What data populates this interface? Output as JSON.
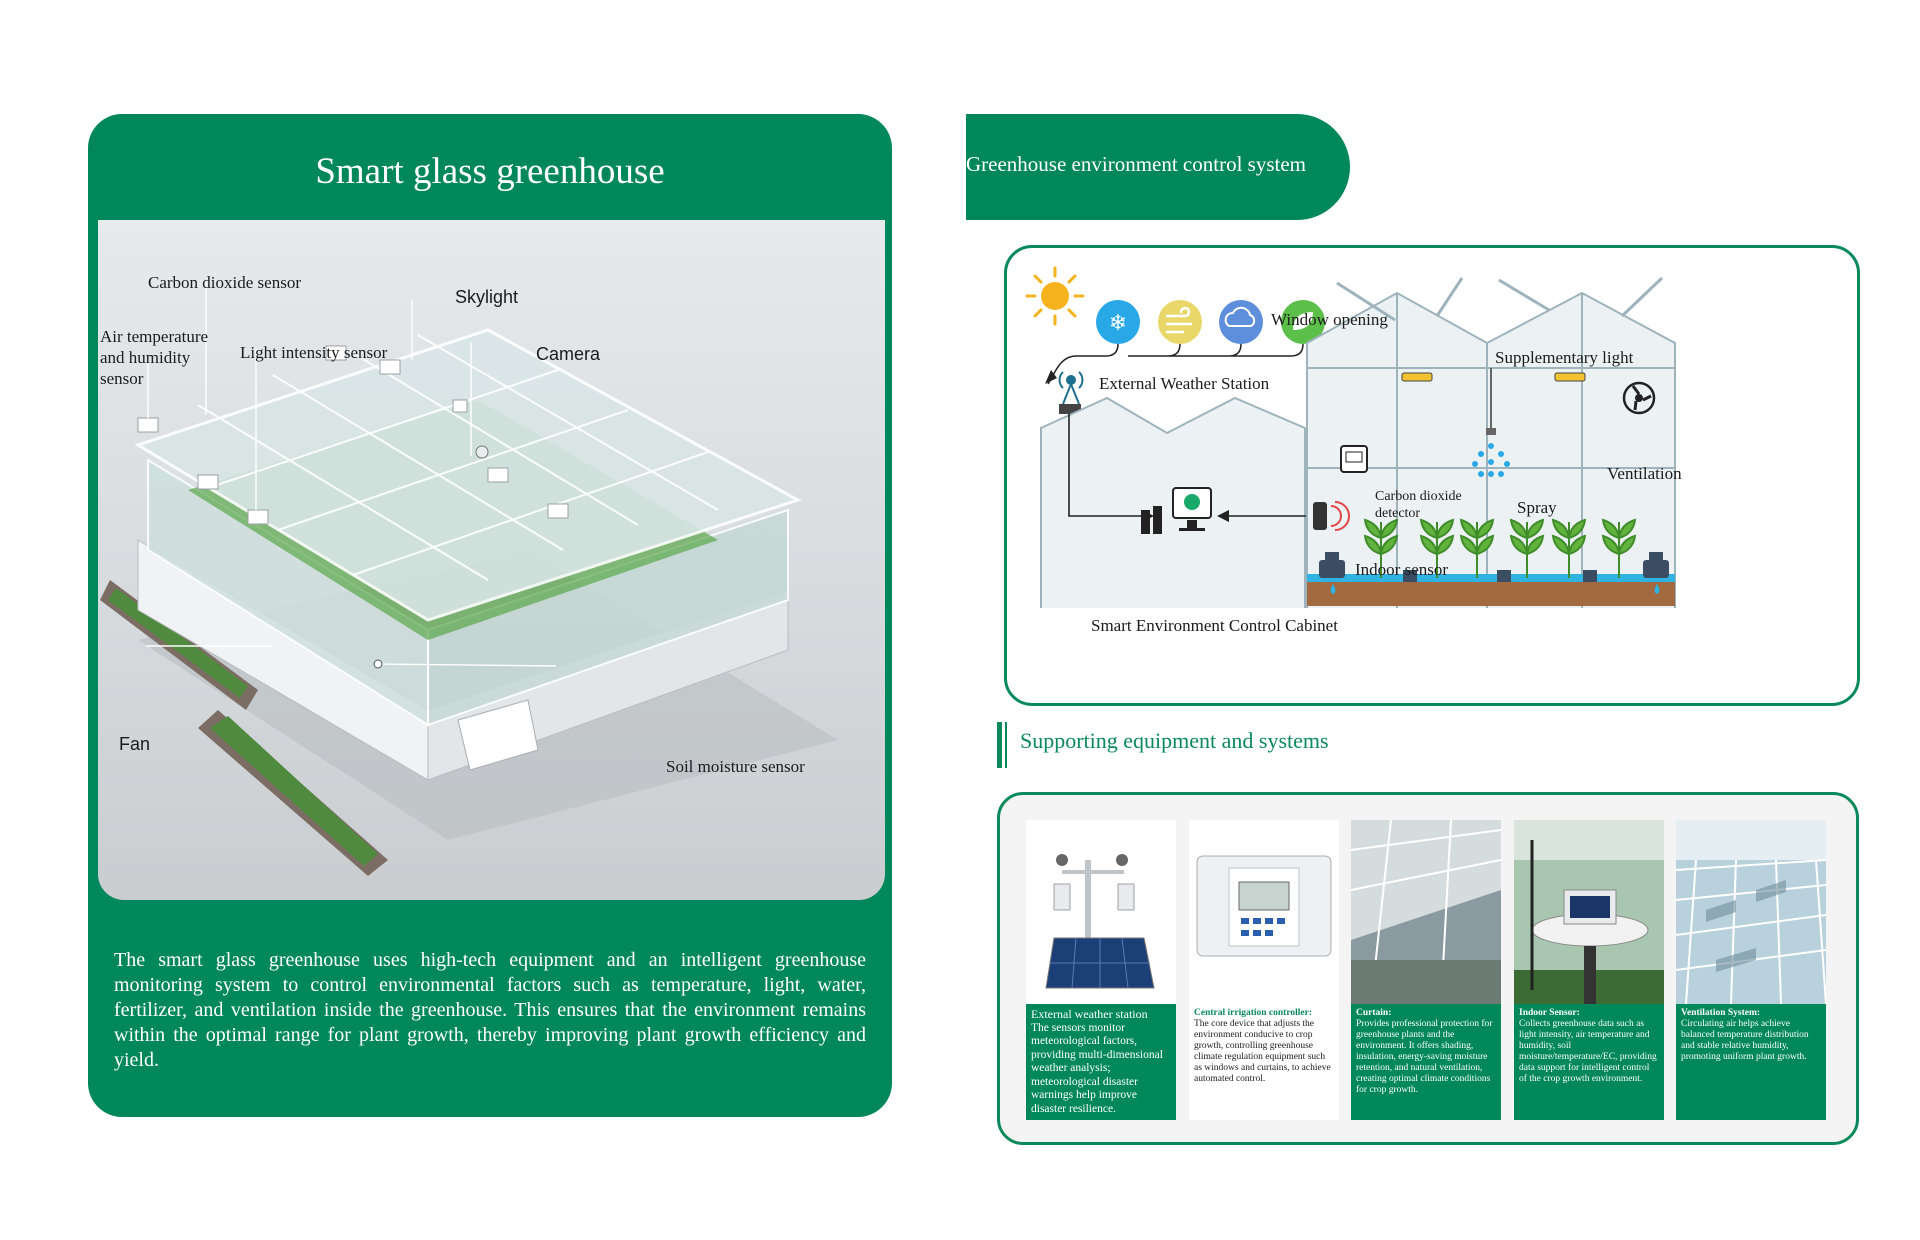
{
  "left": {
    "title": "Smart glass greenhouse",
    "callouts": {
      "co2": "Carbon dioxide sensor",
      "skylight": "Skylight",
      "air": "Air temperature and humidity sensor",
      "light": "Light intensity sensor",
      "camera": "Camera",
      "fan": "Fan",
      "soil": "Soil moisture sensor"
    },
    "description": "The smart glass greenhouse uses high-tech equipment and an intelligent greenhouse monitoring system to control environmental factors such as temperature, light, water, fertilizer, and ventilation inside the greenhouse. This ensures that the environment remains within the optimal range for plant growth, thereby improving plant growth efficiency and yield."
  },
  "control": {
    "title": "Greenhouse environment control system",
    "labels": {
      "window": "Window opening",
      "weather_station": "External Weather Station",
      "supp_light": "Supplementary light",
      "ventilation": "Ventilation",
      "co2_detector": "Carbon dioxide detector",
      "spray": "Spray",
      "indoor": "Indoor sensor",
      "cabinet": "Smart Environment Control Cabinet"
    },
    "colors": {
      "accent": "#00875a",
      "sun": "#f6b21d",
      "snow": "#29a8e8",
      "wind": "#e9d76a",
      "rain": "#5d8fdc",
      "leaf": "#5bbf4a"
    }
  },
  "support": {
    "title": "Supporting equipment and systems",
    "cards": [
      {
        "title": "External weather station",
        "body": "The sensors monitor meteorological factors, providing multi-dimensional weather analysis; meteorological disaster warnings help improve disaster resilience."
      },
      {
        "title": "Central irrigation controller:",
        "body": "The core device that adjusts the environment conducive to crop growth, controlling greenhouse climate regulation equipment such as windows and curtains, to achieve automated control."
      },
      {
        "title": "Curtain:",
        "body": "Provides professional protection for greenhouse plants and the environment. It offers shading, insulation, energy-saving moisture retention, and natural ventilation, creating optimal climate conditions for crop growth."
      },
      {
        "title": "Indoor Sensor:",
        "body": "Collects greenhouse data such as light intensity, air temperature and humidity, soil moisture/temperature/EC, providing data support for intelligent control of the crop growth environment."
      },
      {
        "title": "Ventilation System:",
        "body": "Circulating air helps achieve balanced temperature distribution and stable relative humidity, promoting uniform plant growth."
      }
    ]
  }
}
